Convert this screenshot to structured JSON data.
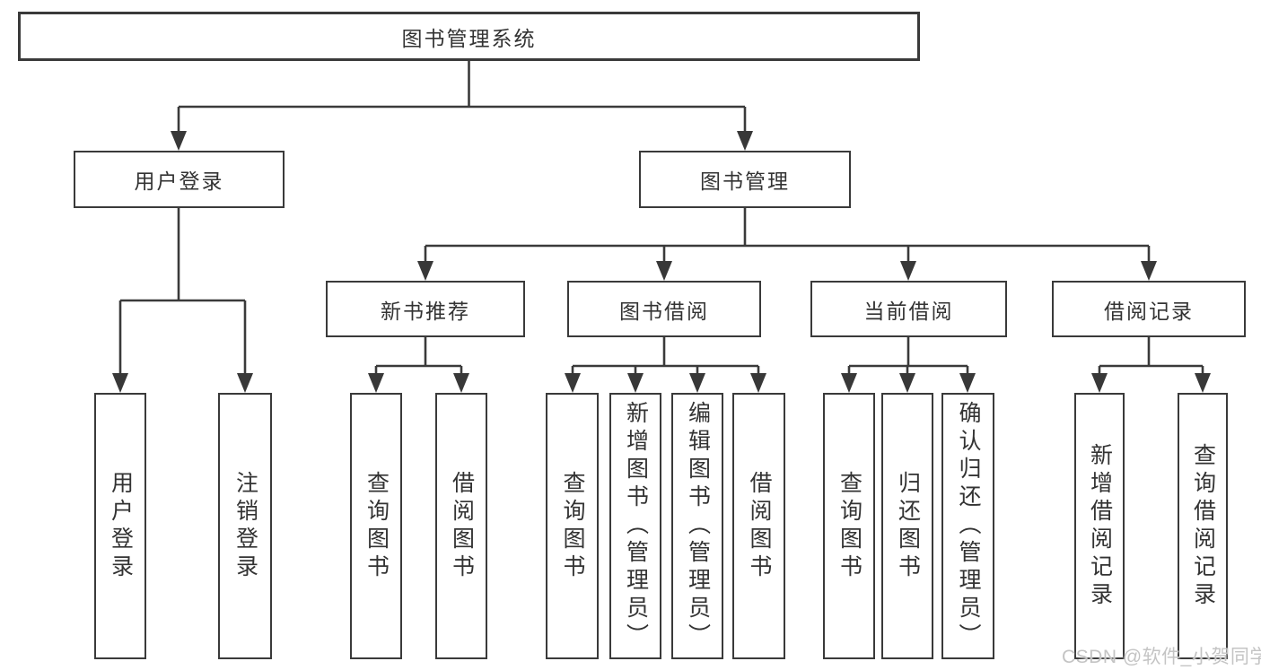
{
  "diagram": {
    "background_color": "#ffffff",
    "line_color": "#3a3a3a",
    "box_border_color": "#3a3a3a",
    "text_color": "#333333",
    "nodes": {
      "root": "图书管理系统",
      "userLogin": "用户登录",
      "bookManagement": "图书管理",
      "newBookRecommend": "新书推荐",
      "bookBorrow": "图书借阅",
      "currentBorrow": "当前借阅",
      "borrowRecords": "借阅记录",
      "leafUserLogin": "用户登录",
      "leafLogout": "注销登录",
      "leafQueryBook1": "查询图书",
      "leafBorrowBook1": "借阅图书",
      "leafQueryBook2": "查询图书",
      "leafAddBook": "新增图书（管理员）",
      "leafEditBook": "编辑图书（管理员）",
      "leafBorrowBook2": "借阅图书",
      "leafQueryBook3": "查询图书",
      "leafReturnBook": "归还图书",
      "leafConfirmReturn": "确认归还（管理员）",
      "leafAddBorrowRecord": "新增借阅记录",
      "leafQueryBorrowRecord": "查询借阅记录"
    },
    "structure": {
      "root": [
        "userLogin",
        "bookManagement"
      ],
      "userLogin": [
        "leafUserLogin",
        "leafLogout"
      ],
      "bookManagement": [
        "newBookRecommend",
        "bookBorrow",
        "currentBorrow",
        "borrowRecords"
      ],
      "newBookRecommend": [
        "leafQueryBook1",
        "leafBorrowBook1"
      ],
      "bookBorrow": [
        "leafQueryBook2",
        "leafAddBook",
        "leafEditBook",
        "leafBorrowBook2"
      ],
      "currentBorrow": [
        "leafQueryBook3",
        "leafReturnBook",
        "leafConfirmReturn"
      ],
      "borrowRecords": [
        "leafAddBorrowRecord",
        "leafQueryBorrowRecord"
      ]
    },
    "watermark": {
      "text": "CSDN @软件_小贺同学",
      "color": "#c4c4c4"
    }
  }
}
